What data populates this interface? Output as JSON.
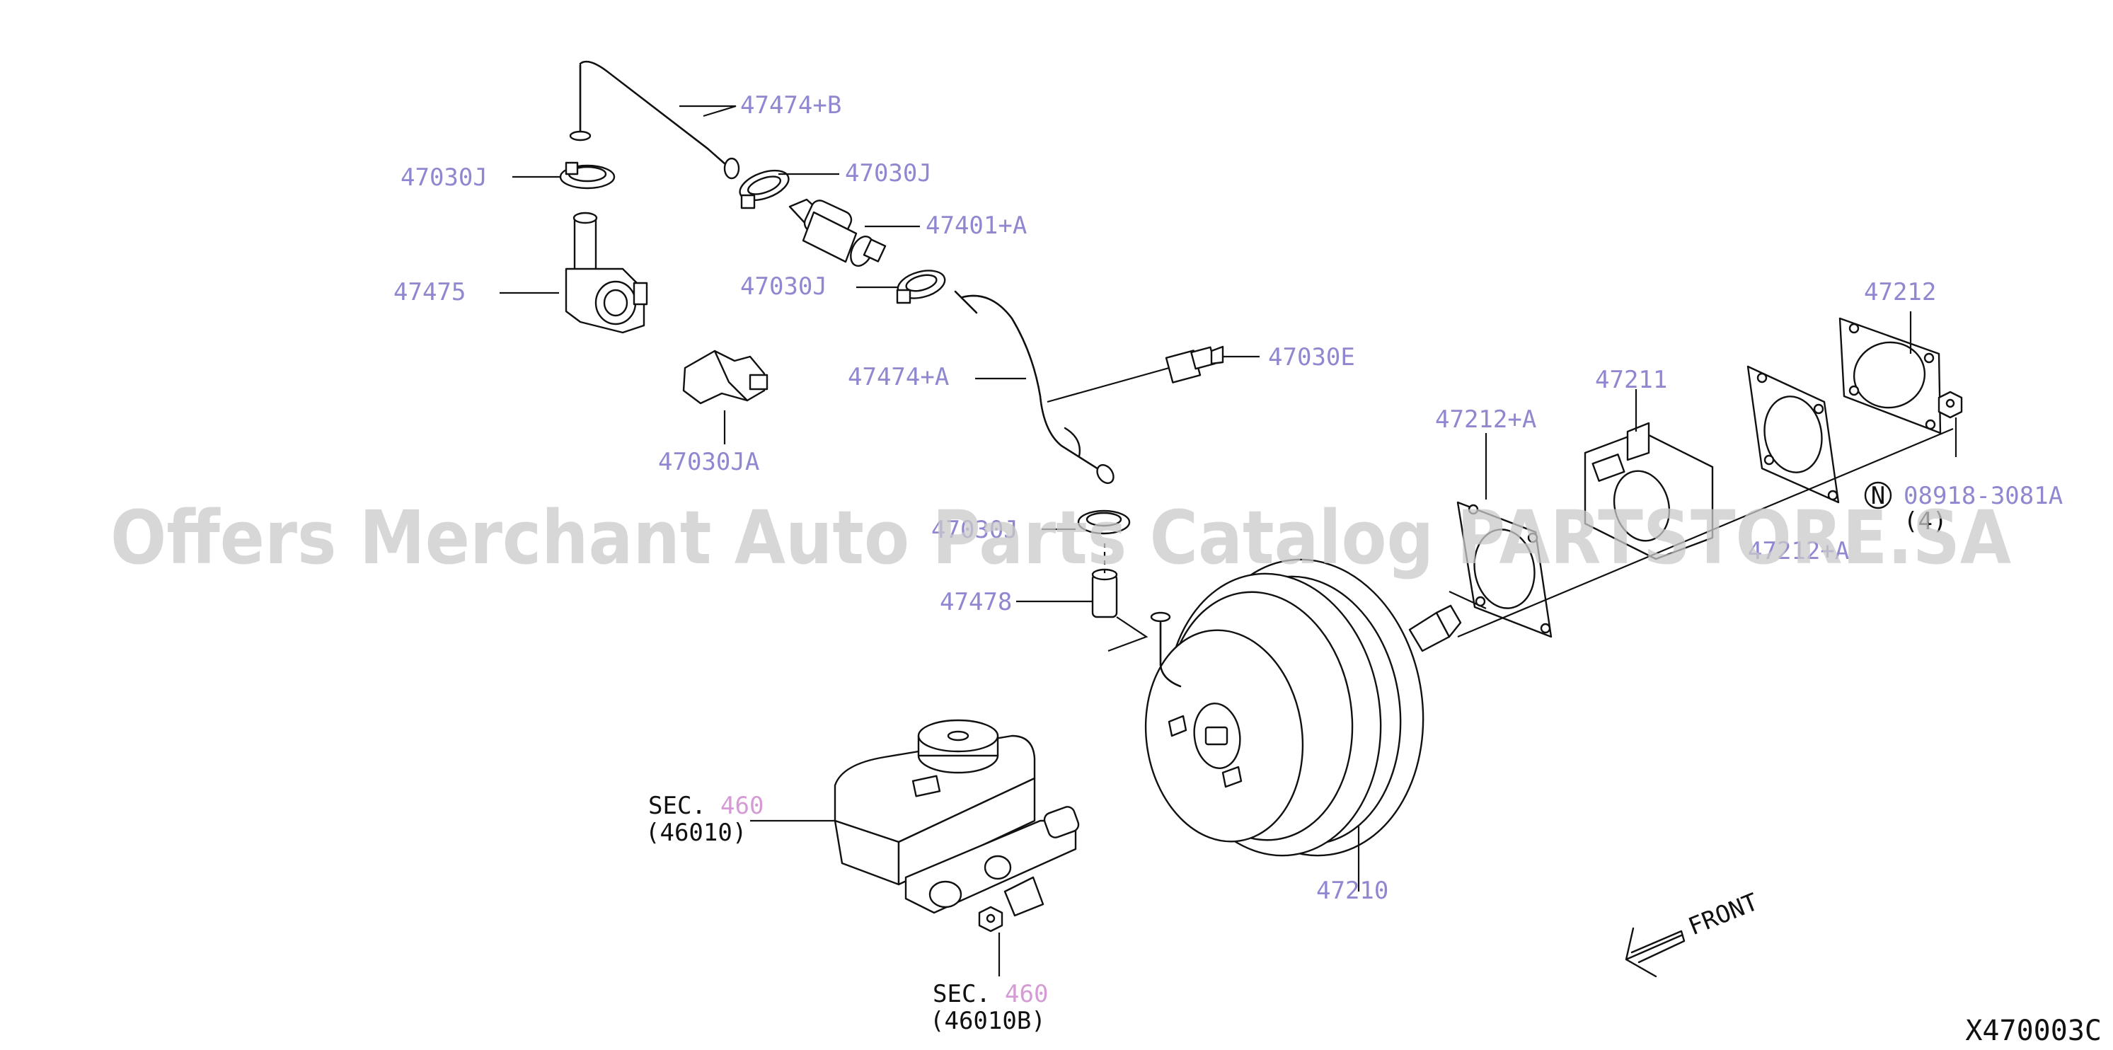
{
  "diagram": {
    "callouts": [
      {
        "id": "47474B",
        "text": "47474+B"
      },
      {
        "id": "47030J_1",
        "text": "47030J"
      },
      {
        "id": "47030J_2",
        "text": "47030J"
      },
      {
        "id": "47401A",
        "text": "47401+A"
      },
      {
        "id": "47475",
        "text": "47475"
      },
      {
        "id": "47030J_3",
        "text": "47030J"
      },
      {
        "id": "47474A",
        "text": "47474+A"
      },
      {
        "id": "47030E",
        "text": "47030E"
      },
      {
        "id": "47030JA",
        "text": "47030JA"
      },
      {
        "id": "47212",
        "text": "47212"
      },
      {
        "id": "47211",
        "text": "47211"
      },
      {
        "id": "47212A",
        "text": "47212+A"
      },
      {
        "id": "08918",
        "text": "08918-3081A"
      },
      {
        "id": "47030J_4",
        "text": "47030J"
      },
      {
        "id": "47478",
        "text": "47478"
      },
      {
        "id": "47212A_2",
        "text": "47212+A"
      },
      {
        "id": "47210",
        "text": "47210"
      }
    ],
    "qty_note": "(4)",
    "nut_marker": "N",
    "sec_refs": [
      {
        "prefix": "SEC.",
        "number": "460",
        "part": "(46010)"
      },
      {
        "prefix": "SEC.",
        "number": "460",
        "part": "(46010B)"
      }
    ],
    "front_label": "FRONT",
    "watermark": "Offers Merchant Auto Parts Catalog PARTSTORE.SA",
    "diagram_code": "X470003C"
  }
}
